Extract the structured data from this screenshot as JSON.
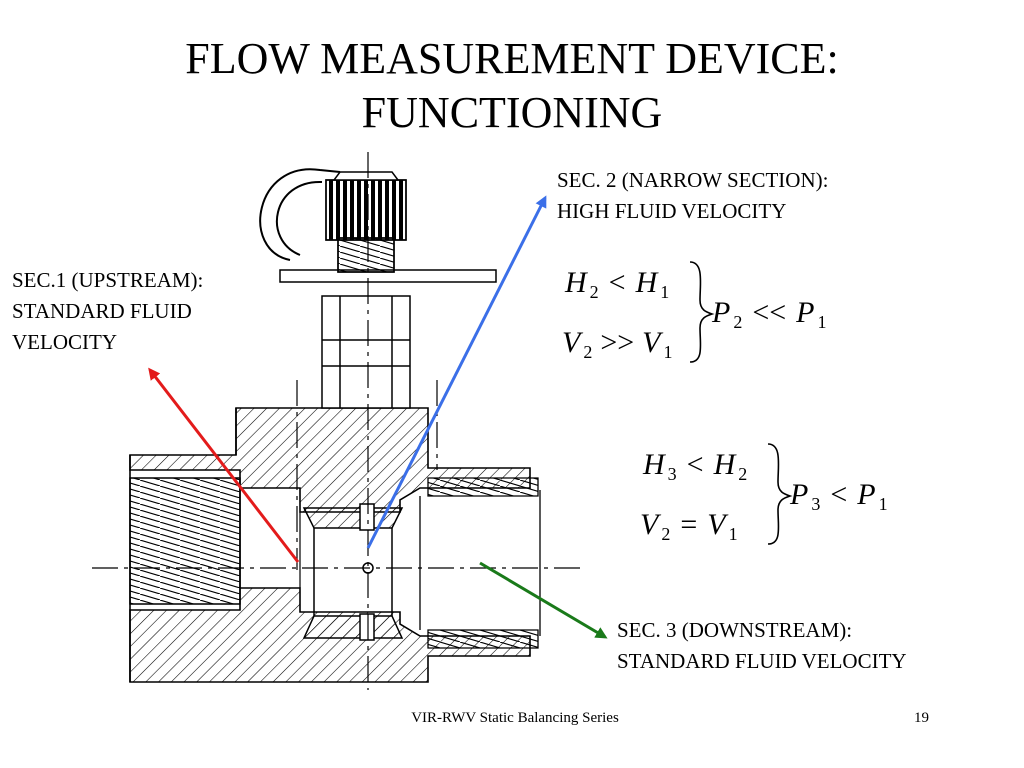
{
  "title": {
    "line1": "FLOW MEASUREMENT DEVICE:",
    "line2": "FUNCTIONING"
  },
  "labels": {
    "sec1": {
      "line1": "SEC.1 (UPSTREAM):",
      "line2": "STANDARD FLUID",
      "line3": "VELOCITY",
      "arrow_color": "#e31b1b"
    },
    "sec2": {
      "line1": "SEC. 2 (NARROW SECTION):",
      "line2": "HIGH FLUID VELOCITY",
      "arrow_color": "#3b6fe8"
    },
    "sec3": {
      "line1": "SEC. 3 (DOWNSTREAM):",
      "line2": "STANDARD FLUID VELOCITY",
      "arrow_color": "#1a7a1a"
    }
  },
  "equations": {
    "eq1": {
      "r1": {
        "a": "H",
        "a_sub": "2",
        "op": "<",
        "b": "H",
        "b_sub": "1"
      },
      "r2": {
        "a": "V",
        "a_sub": "2",
        "op": ">>",
        "b": "V",
        "b_sub": "1"
      },
      "res": {
        "a": "P",
        "a_sub": "2",
        "op": "<<",
        "b": "P",
        "b_sub": "1"
      }
    },
    "eq2": {
      "r1": {
        "a": "H",
        "a_sub": "3",
        "op": "<",
        "b": "H",
        "b_sub": "2"
      },
      "r2": {
        "a": "V",
        "a_sub": "2",
        "op": "=",
        "b": "V",
        "b_sub": "1"
      },
      "res": {
        "a": "P",
        "a_sub": "3",
        "op": "<",
        "b": "P",
        "b_sub": "1"
      }
    }
  },
  "footer": {
    "text": "VIR-RWV Static Balancing Series",
    "page": "19"
  }
}
